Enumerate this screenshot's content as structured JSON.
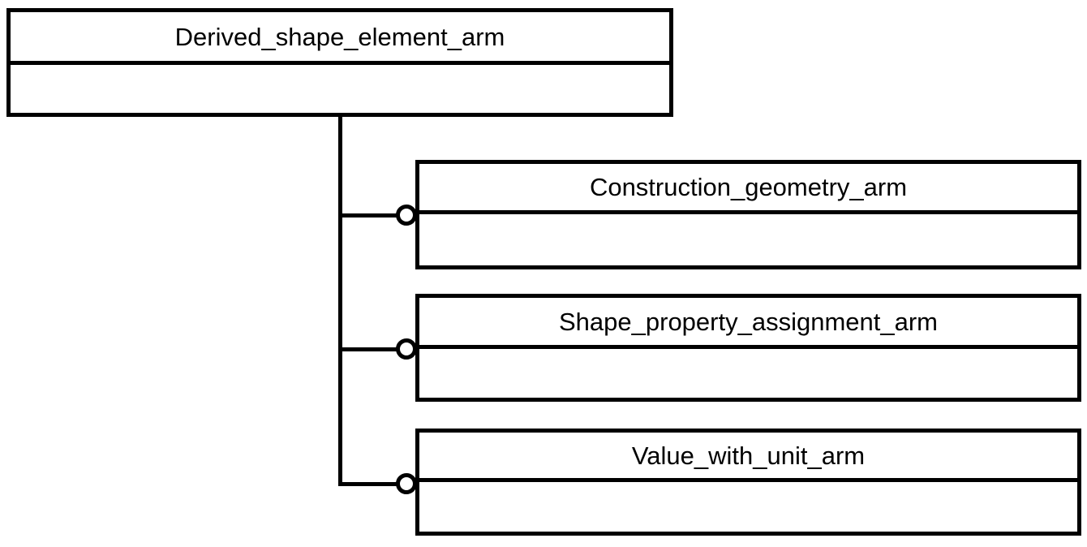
{
  "diagram": {
    "type": "express-g-schema-level-diagram",
    "background_color": "#ffffff",
    "stroke_color": "#000000",
    "root": {
      "label": "Derived_shape_element_arm",
      "body_text": ""
    },
    "children": [
      {
        "label": "Construction_geometry_arm",
        "body_text": "",
        "connector": "optional-circle"
      },
      {
        "label": "Shape_property_assignment_arm",
        "body_text": "",
        "connector": "optional-circle"
      },
      {
        "label": "Value_with_unit_arm",
        "body_text": "",
        "connector": "optional-circle"
      }
    ]
  }
}
